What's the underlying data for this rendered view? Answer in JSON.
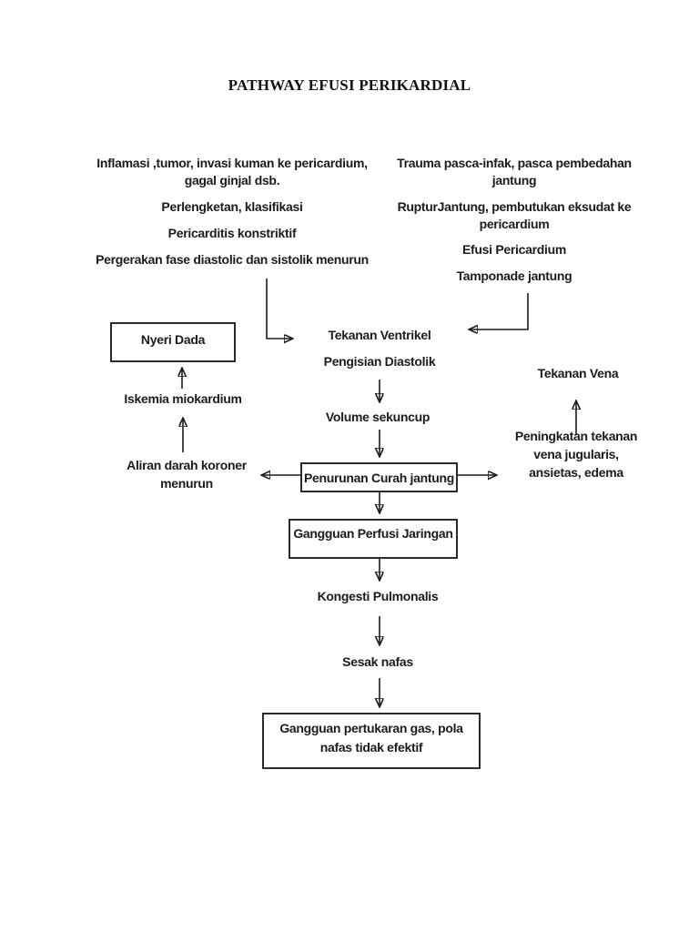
{
  "title": "PATHWAY EFUSI PERIKARDIAL",
  "nodes": {
    "etiology_left": {
      "line1": "Inflamasi ,tumor, invasi kuman ke pericardium,",
      "line2": "gagal ginjal dsb."
    },
    "perlengketan": {
      "label": "Perlengketan, klasifikasi"
    },
    "pericarditis": {
      "label": "Pericarditis konstriktif"
    },
    "pergerakan": {
      "label": "Pergerakan fase diastolic dan sistolik menurun"
    },
    "trauma": {
      "line1": "Trauma pasca-infak, pasca pembedahan",
      "line2": "jantung"
    },
    "ruptur": {
      "line1": "RupturJantung, pembutukan eksudat ke",
      "line2": "pericardium"
    },
    "efusi": {
      "label": "Efusi Pericardium"
    },
    "tamponade": {
      "label": "Tamponade jantung"
    },
    "nyeri_dada": {
      "label": "Nyeri Dada"
    },
    "tekanan_ventrikel": {
      "label": "Tekanan Ventrikel"
    },
    "pengisian_diastolik": {
      "label": "Pengisian Diastolik"
    },
    "tekanan_vena": {
      "label": "Tekanan Vena"
    },
    "iskemia": {
      "label": "Iskemia miokardium"
    },
    "volume_sekuncup": {
      "label": "Volume sekuncup"
    },
    "peningkatan": {
      "line1": "Peningkatan tekanan",
      "line2": "vena jugularis,",
      "line3": "ansietas, edema"
    },
    "aliran": {
      "line1": "Aliran darah koroner",
      "line2": "menurun"
    },
    "penurunan_curah": {
      "label": "Penurunan Curah jantung"
    },
    "gangguan_perfusi": {
      "label": "Gangguan Perfusi Jaringan"
    },
    "kongesti": {
      "label": "Kongesti Pulmonalis"
    },
    "sesak_nafas": {
      "label": "Sesak nafas"
    },
    "gangguan_pertukaran": {
      "line1": "Gangguan pertukaran gas, pola",
      "line2": "nafas tidak efektif"
    }
  },
  "colors": {
    "background": "#ffffff",
    "text": "#1c1c1c",
    "box_border": "#2b2b2b",
    "arrow": "#1c1c1c"
  }
}
